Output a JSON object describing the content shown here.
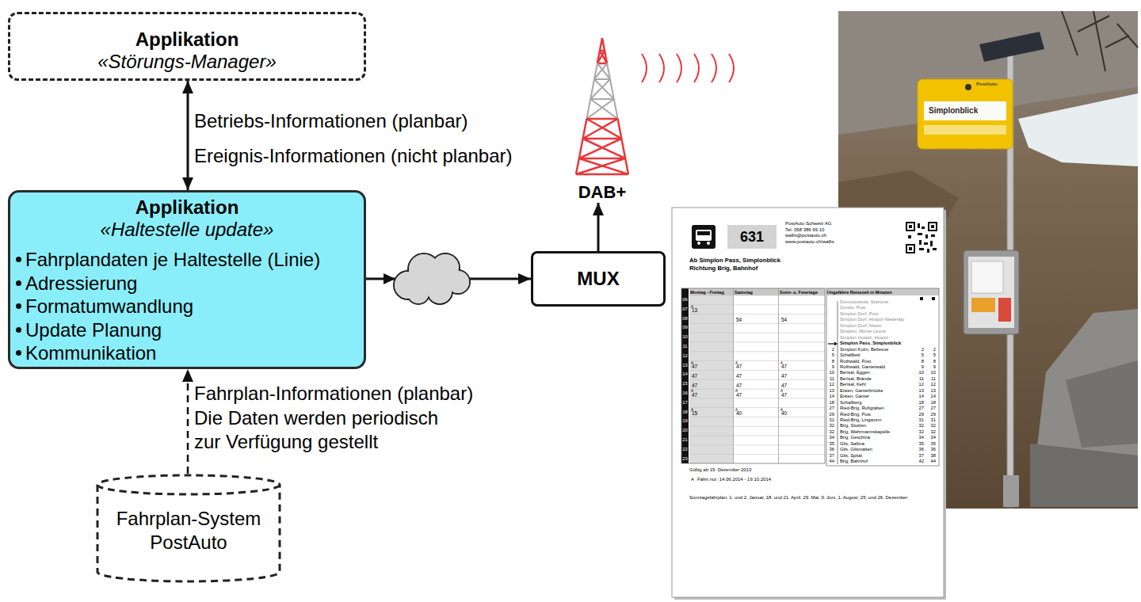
{
  "diagram": {
    "nodes": [
      {
        "text": [
          "Applikation",
          "«Störungs-Manager»"
        ]
      },
      {
        "text": [
          "Applikation",
          "«Haltestelle update»",
          "Fahrplandaten je Haltestelle (Linie)",
          "Adressierung",
          "Formatumwandlung",
          "Update Planung",
          "Kommunikation"
        ]
      },
      {
        "text": [
          "Fahrplan-System PostAuto"
        ]
      },
      {
        "text": [
          "MUX"
        ]
      },
      {
        "text": [
          "DAB+"
        ]
      }
    ],
    "edges": [
      {
        "from": 0,
        "to": 1,
        "arrow": "both",
        "label": "Betriebs-Informationen (planbar) Ereignis-Informationen (nicht planbar)"
      },
      {
        "from": 2,
        "to": 1,
        "arrow": "to",
        "label": "Fahrplan-Informationen (planbar)"
      },
      {
        "from": 1,
        "to": 3,
        "arrow": "to"
      },
      {
        "from": 3,
        "to": 4,
        "arrow": "to"
      }
    ],
    "labels": [
      "Die Daten werden periodisch zur Verfügung gestellt",
      "631",
      "PostAuto Schweiz AG Tel. 058 386 99 10 wallis@postauto.ch www.postauto.ch/wallis",
      "Ab Simplon Pass, Simplonblick Richtung Brig, Bahnhof",
      "Montag - Freitag",
      "Samstag",
      "Sonn- u. Feiertage",
      "Ungefähre Reisezeit in Minuten",
      "06",
      "07",
      "08",
      "09",
      "10",
      "11",
      "12",
      "13",
      "14",
      "15",
      "16",
      "17",
      "18",
      "19",
      "20",
      "21",
      "22",
      "23",
      "A",
      "13",
      "54",
      "54",
      "A",
      "47",
      "A",
      "47",
      "A",
      "47",
      "47",
      "47",
      "47",
      "47",
      "47",
      "47",
      "A",
      "47",
      "A",
      "47",
      "A",
      "47",
      "A",
      "15",
      "A",
      "40",
      "A",
      "40",
      "Domodossola, Stazione",
      "Gondo, Post",
      "Simplon Dorf, Post",
      "Simplon Dorf, Hospiz-Niederalp",
      "Simplon Dorf, Niwen",
      "Simplon, Monte Leone",
      "Simplon Hospiz, Hospiz",
      "Simplon Pass, Simplonblick",
      "2",
      "Simplon Kulm, Bellevue",
      "2",
      "2",
      "5",
      "Schallbett",
      "5",
      "5",
      "8",
      "Rothwald, Post",
      "8",
      "8",
      "9",
      "Rothwald, Ganterwald",
      "9",
      "9",
      "10",
      "Berisal, Eggen",
      "10",
      "10",
      "11",
      "Berisal, Brände",
      "11",
      "11",
      "12",
      "Berisal, Kehr",
      "12",
      "12",
      "13",
      "Eisten, Ganterbrücke",
      "13",
      "13",
      "14",
      "Eisten, Ganter",
      "14",
      "14",
      "18",
      "Schallberg",
      "18",
      "18",
      "27",
      "Ried-Brig, Rufigraben",
      "27",
      "27",
      "29",
      "Ried-Brig, Post",
      "29",
      "29",
      "31",
      "Ried-Brig, Lingwurm",
      "31",
      "31",
      "32",
      "Brig, Stutzen",
      "32",
      "32",
      "32",
      "Brig, Wehrmannskapelle",
      "32",
      "32",
      "34",
      "Brig, Geschina",
      "34",
      "34",
      "35",
      "Glis, Saltina",
      "35",
      "35",
      "36",
      "Glis, Gilsmatten",
      "36",
      "36",
      "37",
      "Glis, Spital",
      "37",
      "38",
      "44",
      "Brig, Bahnhof",
      "42",
      "44",
      "Gültig ab 15. Dezember 2013",
      "A",
      "Fährt nur: 14.06.2014 - 19.10.2014",
      "Sonntagsfahrplan: 1. und 2. Januar, 18. und 21. April, 29. Mai, 9. Juni, 1. August, 25. und 26. Dezember",
      "PostAuto",
      "Simplonblick"
    ]
  }
}
